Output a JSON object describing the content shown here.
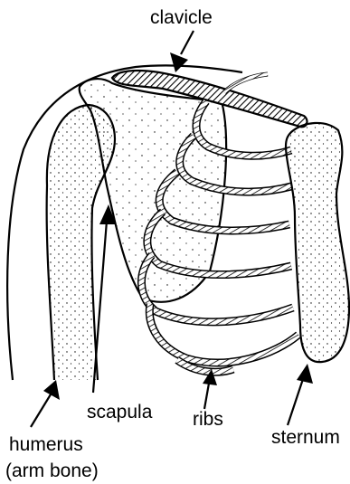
{
  "labels": {
    "clavicle": "clavicle",
    "scapula": "scapula",
    "ribs": "ribs",
    "humerus": "humerus",
    "humerus_sub": "(arm bone)",
    "sternum": "sternum"
  },
  "colors": {
    "ink": "#000000",
    "paper": "#ffffff",
    "stipple": "#000000"
  }
}
